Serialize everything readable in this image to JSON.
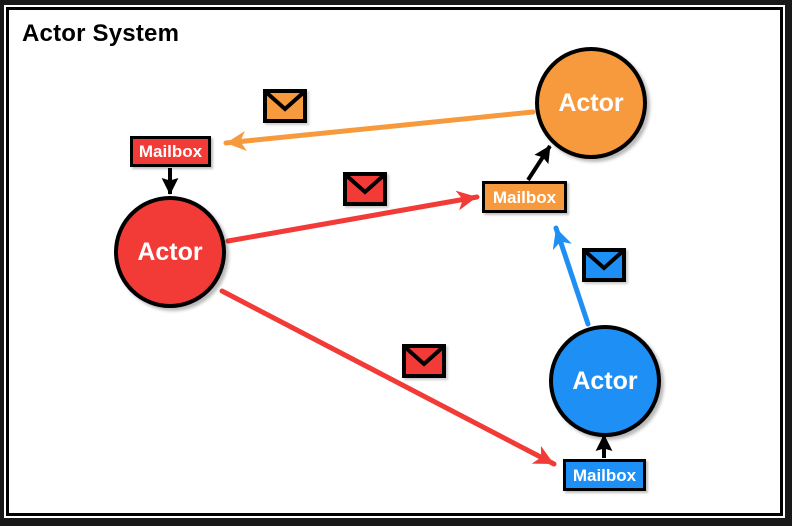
{
  "diagram": {
    "title": "Actor System",
    "colors": {
      "red": "#F23B37",
      "orange": "#F79A3D",
      "blue": "#1E90F5",
      "black": "#000000",
      "frame": "#181818",
      "canvas": "#FFFFFF"
    },
    "actors": [
      {
        "id": "actor-orange",
        "label": "Actor",
        "color": "orange"
      },
      {
        "id": "actor-red",
        "label": "Actor",
        "color": "red"
      },
      {
        "id": "actor-blue",
        "label": "Actor",
        "color": "blue"
      }
    ],
    "mailboxes": [
      {
        "id": "mailbox-red",
        "label": "Mailbox",
        "color": "red"
      },
      {
        "id": "mailbox-orange",
        "label": "Mailbox",
        "color": "orange"
      },
      {
        "id": "mailbox-blue",
        "label": "Mailbox",
        "color": "blue"
      }
    ],
    "envelopes": [
      {
        "icon": "envelope-icon",
        "color": "orange"
      },
      {
        "icon": "envelope-icon",
        "color": "red"
      },
      {
        "icon": "envelope-icon",
        "color": "red"
      },
      {
        "icon": "envelope-icon",
        "color": "blue"
      }
    ],
    "message_flows": [
      {
        "from": "actor-orange",
        "to": "mailbox-red",
        "color": "orange"
      },
      {
        "from": "actor-red",
        "to": "mailbox-orange",
        "color": "red"
      },
      {
        "from": "actor-red",
        "to": "mailbox-blue",
        "color": "red"
      },
      {
        "from": "actor-blue",
        "to": "mailbox-orange",
        "color": "blue"
      }
    ],
    "delivery_links": [
      {
        "from": "mailbox-red",
        "to": "actor-red"
      },
      {
        "from": "mailbox-orange",
        "to": "actor-orange"
      },
      {
        "from": "mailbox-blue",
        "to": "actor-blue"
      }
    ]
  }
}
